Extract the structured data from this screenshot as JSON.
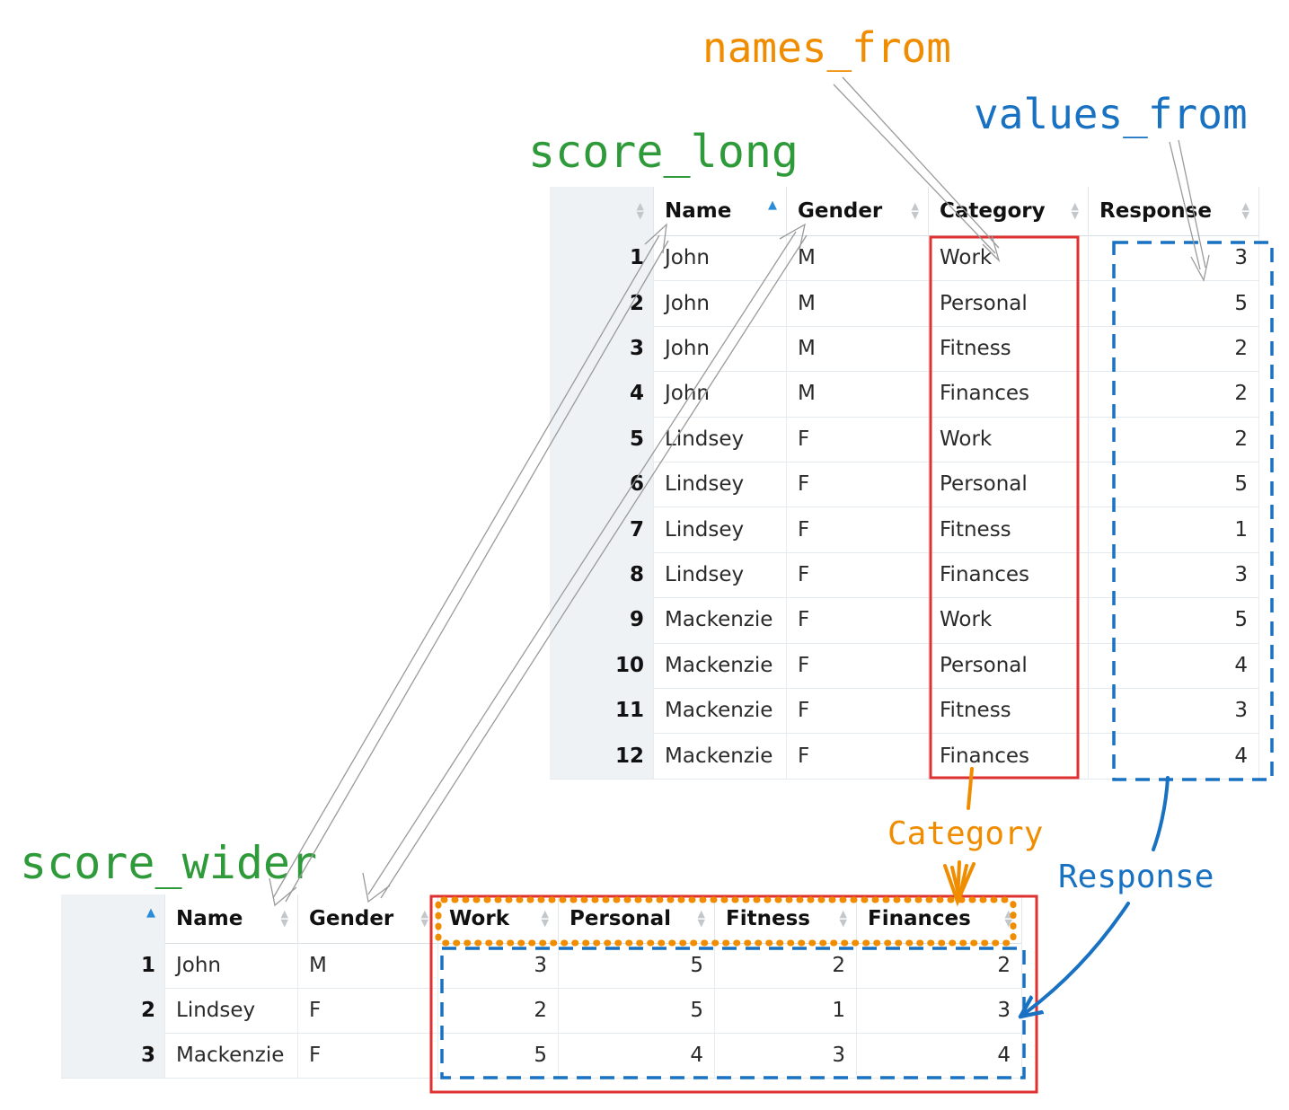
{
  "titles": {
    "long": "score_long",
    "wider": "score_wider"
  },
  "annotations": {
    "names_from": "names_from",
    "values_from": "values_from",
    "category": "Category",
    "response": "Response"
  },
  "score_long": {
    "headers": [
      "",
      "Name",
      "Gender",
      "Category",
      "Response"
    ],
    "rows": [
      [
        "1",
        "John",
        "M",
        "Work",
        "3"
      ],
      [
        "2",
        "John",
        "M",
        "Personal",
        "5"
      ],
      [
        "3",
        "John",
        "M",
        "Fitness",
        "2"
      ],
      [
        "4",
        "John",
        "M",
        "Finances",
        "2"
      ],
      [
        "5",
        "Lindsey",
        "F",
        "Work",
        "2"
      ],
      [
        "6",
        "Lindsey",
        "F",
        "Personal",
        "5"
      ],
      [
        "7",
        "Lindsey",
        "F",
        "Fitness",
        "1"
      ],
      [
        "8",
        "Lindsey",
        "F",
        "Finances",
        "3"
      ],
      [
        "9",
        "Mackenzie",
        "F",
        "Work",
        "5"
      ],
      [
        "10",
        "Mackenzie",
        "F",
        "Personal",
        "4"
      ],
      [
        "11",
        "Mackenzie",
        "F",
        "Fitness",
        "3"
      ],
      [
        "12",
        "Mackenzie",
        "F",
        "Finances",
        "4"
      ]
    ]
  },
  "score_wider": {
    "headers": [
      "",
      "Name",
      "Gender",
      "Work",
      "Personal",
      "Fitness",
      "Finances"
    ],
    "rows": [
      [
        "1",
        "John",
        "M",
        "3",
        "5",
        "2",
        "2"
      ],
      [
        "2",
        "Lindsey",
        "F",
        "2",
        "5",
        "1",
        "3"
      ],
      [
        "3",
        "Mackenzie",
        "F",
        "5",
        "4",
        "3",
        "4"
      ]
    ]
  },
  "colors": {
    "title_green": "#2f9a3a",
    "names_orange": "#f08c00",
    "values_blue": "#1971c2",
    "box_red": "#e03131",
    "arrow_gray": "#9a9a9a",
    "sort_blue": "#2a8bd8"
  }
}
